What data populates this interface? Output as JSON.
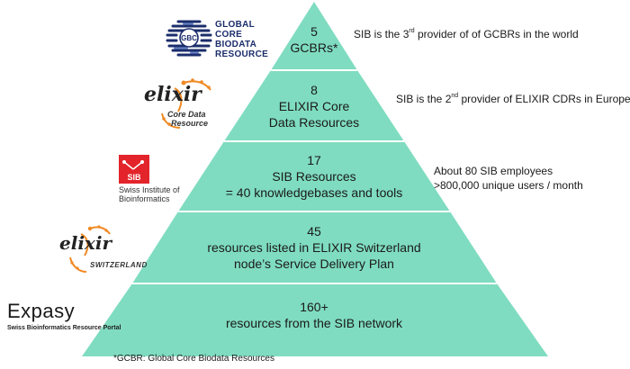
{
  "colors": {
    "tier_fill": "#7fdcc0",
    "tier_divider": "#ffffff",
    "elixir_orange": "#f08a24",
    "sib_red": "#e3242b",
    "gcbc_blue": "#1b2d6b"
  },
  "tiers": [
    {
      "lines": [
        "5",
        "GCBRs*"
      ]
    },
    {
      "lines": [
        "8",
        "ELIXIR Core",
        "Data Resources"
      ]
    },
    {
      "lines": [
        "17",
        "SIB Resources",
        "= 40 knowledgebases and tools"
      ]
    },
    {
      "lines": [
        "45",
        "resources listed in ELIXIR Switzerland",
        "node’s Service Delivery Plan"
      ]
    },
    {
      "lines": [
        "160+",
        "resources from the SIB network"
      ]
    }
  ],
  "notes": {
    "gcbr": {
      "pre": "SIB is the 3",
      "sup": "rd",
      "post": " provider of of GCBRs in the world"
    },
    "elixir": {
      "pre": "SIB is the 2",
      "sup": "nd",
      "post": " provider of ELIXIR CDRs in Europe"
    },
    "sib": {
      "line1": "About 80 SIB employees",
      "line2": ">800,000 unique users / month"
    }
  },
  "footnote": "*GCBR: Global Core Biodata Resources",
  "logos": {
    "gcbc": {
      "badge": "GBC",
      "lines": [
        "GLOBAL",
        "CORE",
        "BIODATA",
        "RESOURCE"
      ]
    },
    "elixir_cdr": {
      "word": "elixir",
      "sub1": "Core Data",
      "sub2": "Resource"
    },
    "sib": {
      "badge": "SIB",
      "line1": "Swiss Institute of",
      "line2": "Bioinformatics"
    },
    "elixir_ch": {
      "word": "elixir",
      "sub": "SWITZERLAND"
    },
    "expasy": {
      "word": "Expasy",
      "sub": "Swiss Bioinformatics Resource Portal"
    }
  }
}
